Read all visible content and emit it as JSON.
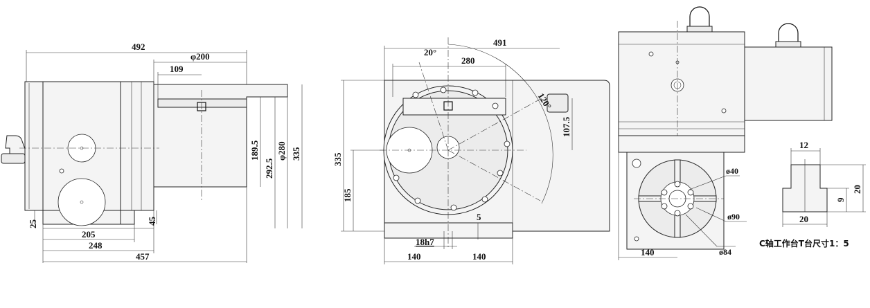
{
  "side_view": {
    "overall_width": "492",
    "bore_diameter": "φ200",
    "offset": "109",
    "height_1": "189.5",
    "height_2": "292.5",
    "diameter_280": "φ280",
    "height_335": "335",
    "base_25": "25",
    "base_45": "45",
    "width_205": "205",
    "width_248": "248",
    "width_457": "457"
  },
  "front_view": {
    "overall_width": "491",
    "angle_20": "20°",
    "width_280": "280",
    "angle_120": "120°",
    "dim_107": "107.5",
    "height_335": "335",
    "height_185": "185",
    "slot_5": "5",
    "slot_18h7": "18h7",
    "half_left": "140",
    "half_right": "140"
  },
  "top_view": {
    "dia_40": "ø40",
    "dia_90": "ø90",
    "dia_84": "ø84",
    "width_140": "140"
  },
  "t_slot_detail": {
    "width_top": "12",
    "height_20": "20",
    "height_9": "9",
    "width_bottom": "20",
    "caption": "C轴工作台T台尺寸1：5"
  }
}
